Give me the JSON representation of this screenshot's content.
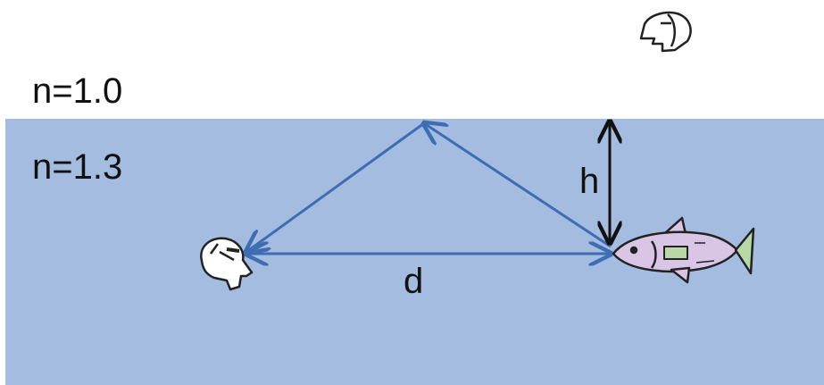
{
  "media": {
    "upper_label": "n=1.0",
    "lower_label": "n=1.3"
  },
  "dimensions": {
    "depth_label": "h",
    "distance_label": "d"
  },
  "colors": {
    "background": "#ffffff",
    "water": "#a3bcdf",
    "ray": "#3e6db4",
    "dimension_arrow": "#111111",
    "fish_body": "#d9c6e6",
    "fish_tail": "#b9d8a8",
    "outline": "#222222"
  },
  "icons": {
    "observer_above": "observer-head-icon",
    "diver_underwater": "diver-head-icon",
    "fish": "fish-icon"
  }
}
